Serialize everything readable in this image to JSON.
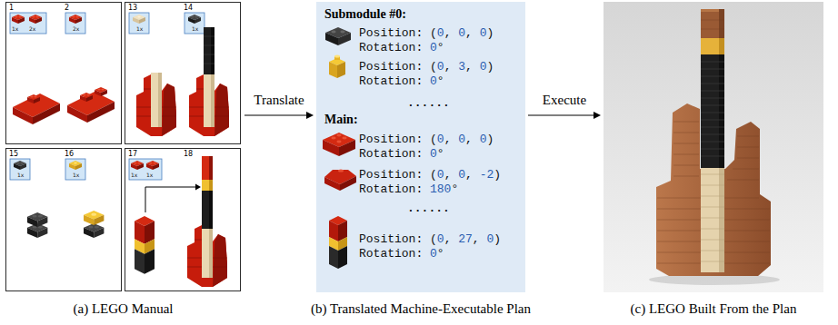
{
  "diagram": {
    "nodes": [
      {
        "text": [
          "(a) LEGO Manual"
        ]
      },
      {
        "text": [
          "1",
          "2"
        ],
        "in": 0
      },
      {
        "text": [
          "13",
          "14"
        ],
        "in": 0
      },
      {
        "text": [
          "15",
          "16"
        ],
        "in": 0
      },
      {
        "text": [
          "17",
          "18"
        ],
        "in": 0
      },
      {
        "text": [
          "Submodule #0:",
          "Position: (0, 0, 0) Rotation: 0°",
          "Position: (0, 3, 0) Rotation: 0°",
          "......",
          "Main:",
          "Position: (0, 0, 0) Rotation: 0°",
          "Position: (0, 0, -2) Rotation: 180°",
          "......",
          "Position: (0, 27, 0) Rotation: 0°",
          "(b) Translated Machine-Executable Plan"
        ]
      },
      {
        "text": [
          "(c) LEGO Built From the Plan"
        ]
      }
    ],
    "edges": [
      {
        "from": 0,
        "to": 5,
        "label": "Translate",
        "arrow": "to"
      },
      {
        "from": 5,
        "to": 6,
        "label": "Execute",
        "arrow": "to"
      }
    ],
    "labels": [
      "1x",
      "2x",
      "2x",
      "1x",
      "1x",
      "1x",
      "1x",
      "1x",
      "1x"
    ]
  }
}
